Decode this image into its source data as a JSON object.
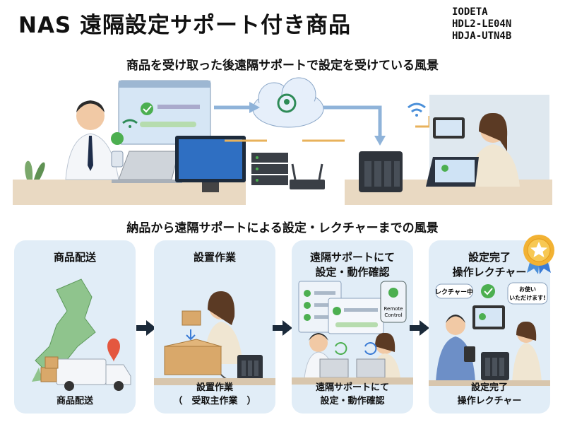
{
  "header": {
    "title": "NAS 遠隔設定サポート付き商品",
    "models": [
      "IODETA",
      "HDL2-LE04N",
      "HDJA-UTN4B"
    ]
  },
  "section1": {
    "subtitle": "商品を受け取った後遠隔サポートで設定を受けている風景"
  },
  "section2": {
    "subtitle": "納品から遠隔サポートによる設定・レクチャーまでの風景"
  },
  "steps": [
    {
      "title": [
        "商品配送"
      ],
      "caption": [
        "商品配送"
      ]
    },
    {
      "title": [
        "設置作業"
      ],
      "caption": [
        "設置作業",
        "（　受取主作業　）"
      ]
    },
    {
      "title": [
        "遠隔サポートにて",
        "設定・動作確認"
      ],
      "caption": [
        "遠隔サポートにて",
        "設定・動作確認"
      ],
      "remote_label": [
        "Remote",
        "Control"
      ]
    },
    {
      "title": [
        "設定完了",
        "操作レクチャー"
      ],
      "caption": [
        "設定完了",
        "操作レクチャー"
      ],
      "speech_left": "レクチャー中",
      "speech_right": [
        "お使い",
        "いただけます!"
      ]
    }
  ],
  "colors": {
    "panel": "#e1edf7",
    "accent_green": "#4caf50",
    "arrow": "#1b2a3a",
    "badge": "#f2b233"
  }
}
